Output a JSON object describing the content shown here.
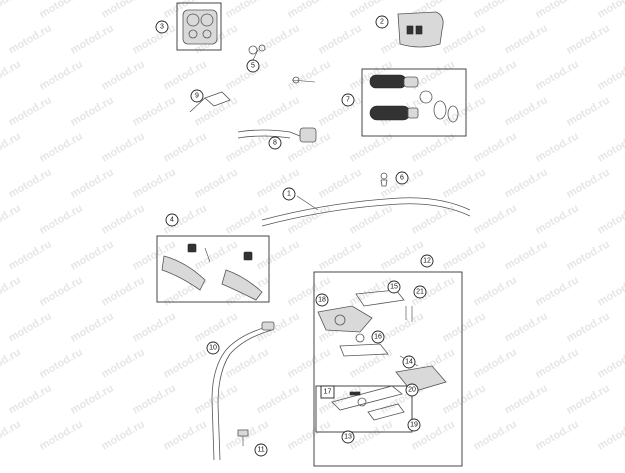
{
  "watermark": {
    "text": "motod.ru"
  },
  "callouts": [
    {
      "id": "c1",
      "label": "1"
    },
    {
      "id": "c2",
      "label": "2"
    },
    {
      "id": "c3",
      "label": "3"
    },
    {
      "id": "c4",
      "label": "4"
    },
    {
      "id": "c5",
      "label": "5"
    },
    {
      "id": "c6",
      "label": "6"
    },
    {
      "id": "c7",
      "label": "7"
    },
    {
      "id": "c8",
      "label": "8"
    },
    {
      "id": "c9",
      "label": "9"
    },
    {
      "id": "c10",
      "label": "10"
    },
    {
      "id": "c11",
      "label": "11"
    },
    {
      "id": "c12",
      "label": "12"
    },
    {
      "id": "c13",
      "label": "13"
    },
    {
      "id": "c14",
      "label": "14"
    },
    {
      "id": "c15",
      "label": "15"
    },
    {
      "id": "c16",
      "label": "16"
    },
    {
      "id": "c17",
      "label": "17"
    },
    {
      "id": "c18",
      "label": "18"
    },
    {
      "id": "c19",
      "label": "19"
    },
    {
      "id": "c20",
      "label": "20"
    },
    {
      "id": "c21",
      "label": "21"
    }
  ]
}
